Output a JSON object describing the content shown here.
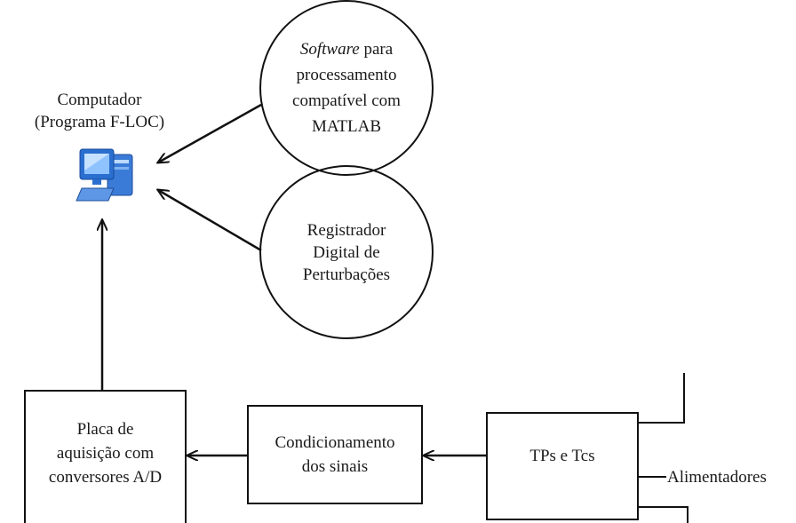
{
  "computer": {
    "title_line1": "Computador",
    "title_line2": "(Programa F-LOC)",
    "icon": "computer-icon"
  },
  "software": {
    "line1_italic": "Software",
    "line1_rest": " para",
    "line2": "processamento",
    "line3": "compatível com",
    "line4": "MATLAB"
  },
  "recorder": {
    "line1": "Registrador",
    "line2": "Digital de",
    "line3": "Perturbações"
  },
  "acquisition": {
    "line1": "Placa de",
    "line2": "aquisição com",
    "line3": "conversores A/D"
  },
  "conditioning": {
    "line1": "Condicionamento",
    "line2": "dos sinais"
  },
  "transformers": {
    "label": "TPs e Tcs"
  },
  "feeders": {
    "label": "Alimentadores"
  },
  "colors": {
    "line": "#111111",
    "monitor_blue": "#2a6fcf",
    "screen_light": "#8fc3ff"
  }
}
